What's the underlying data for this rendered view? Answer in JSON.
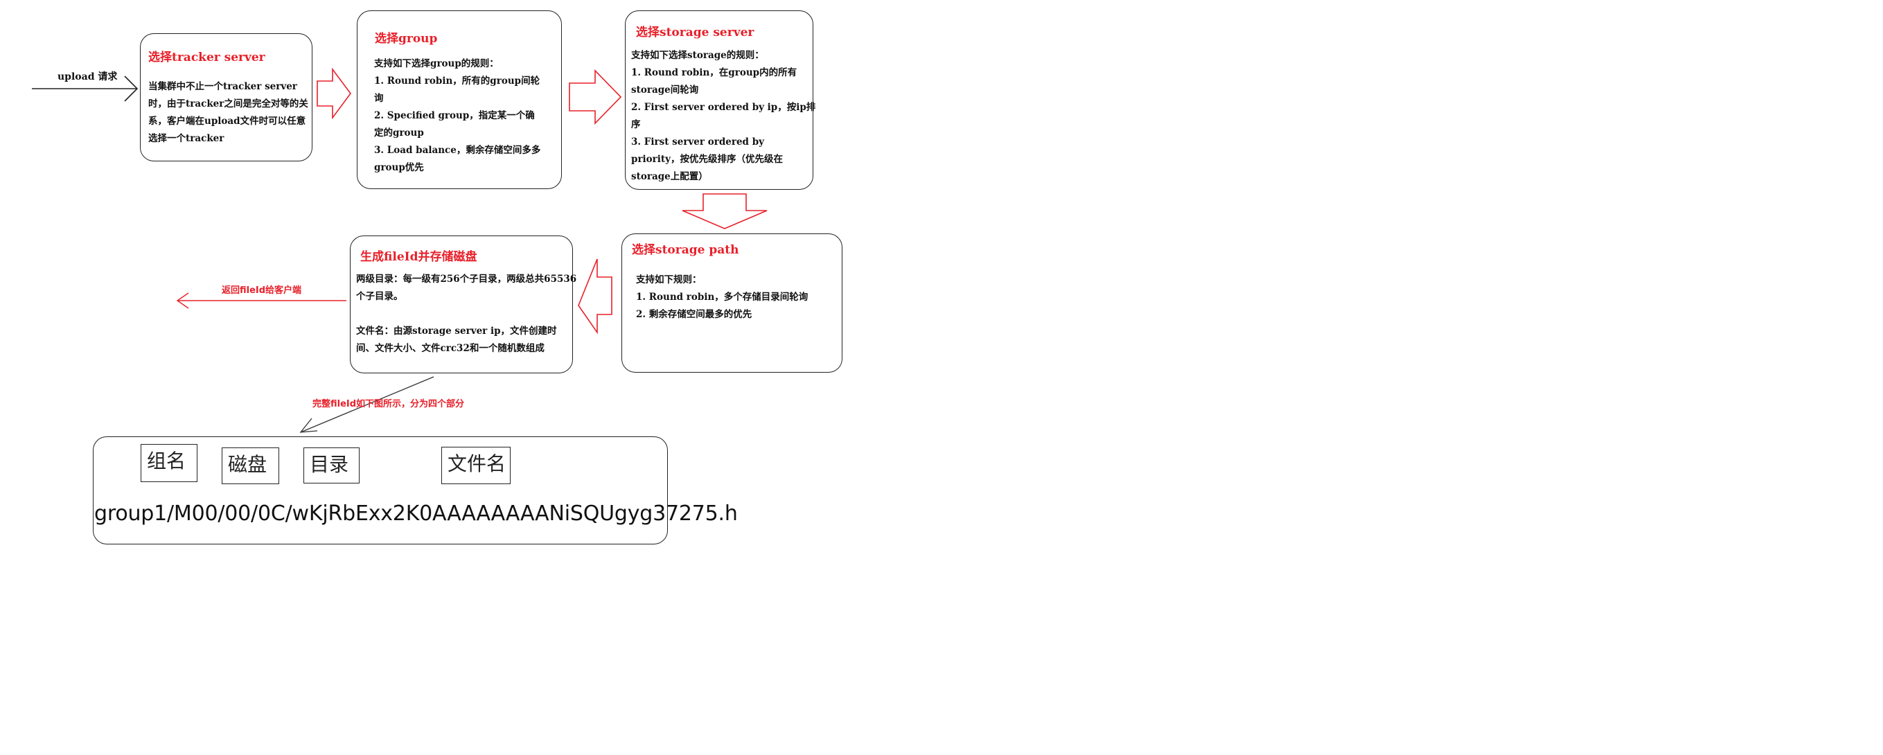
{
  "upload_label": "upload 请求",
  "box_tracker": {
    "title": "选择tracker server",
    "lines": [
      "当集群中不止一个tracker server",
      "时，由于tracker之间是完全对等的关",
      "系，客户端在upload文件时可以任意",
      "选择一个tracker"
    ]
  },
  "box_group": {
    "title": "选择group",
    "lines": [
      "支持如下选择group的规则：",
      "1. Round robin，所有的group间轮",
      "询",
      "2. Specified group，指定某一个确",
      "定的group",
      "3. Load balance，剩余存储空间多多",
      "group优先"
    ]
  },
  "box_storage_server": {
    "title": "选择storage server",
    "lines": [
      "支持如下选择storage的规则：",
      "1. Round robin，在group内的所有",
      "storage间轮询",
      "2. First server ordered by ip，按ip排",
      "序",
      " 3. First server ordered by",
      "priority，按优先级排序（优先级在",
      "storage上配置）"
    ]
  },
  "box_storage_path": {
    "title": "选择storage path",
    "lines": [
      "支持如下规则：",
      "1. Round robin，多个存储目录间轮询",
      "2. 剩余存储空间最多的优先"
    ]
  },
  "box_fileid": {
    "title": "生成fileId并存储磁盘",
    "lines": [
      "两级目录：每一级有256个子目录，两级总共65536",
      "个子目录。",
      "",
      "文件名：由源storage server ip，文件创建时",
      "间、文件大小、文件crc32和一个随机数组成"
    ]
  },
  "return_label": "返回fileId给客户端",
  "fileid_note": "完整fileId如下图所示，分为四个部分",
  "fileid_parts": {
    "group": "组名",
    "disk": "磁盘",
    "dir": "目录",
    "filename": "文件名"
  },
  "fileid_example": "group1/M00/00/0C/wKjRbExx2K0AAAAAAAANiSQUgyg37275.h",
  "colors": {
    "accent": "#e8202a",
    "line": "#222222"
  }
}
